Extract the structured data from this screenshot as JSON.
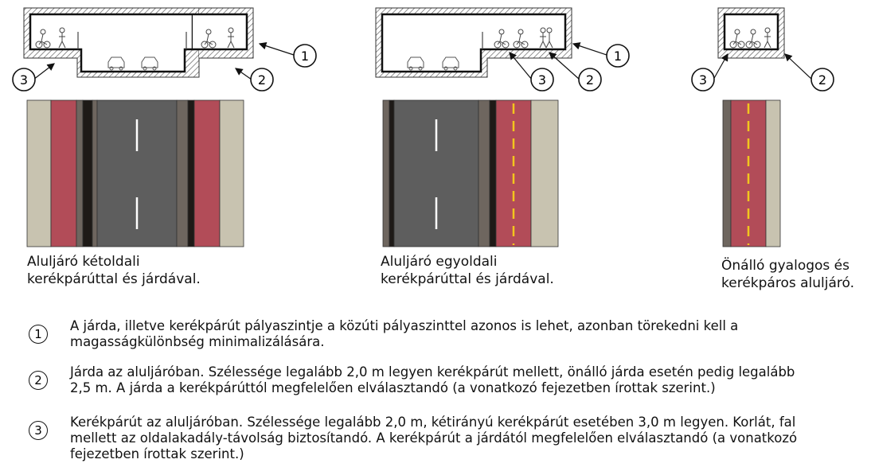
{
  "panels": [
    {
      "caption_line1": "Aluljáró kétoldali",
      "caption_line2": "kerékpárúttal és járdával.",
      "callouts": [
        "1",
        "2",
        "3"
      ]
    },
    {
      "caption_line1": "Aluljáró egyoldali",
      "caption_line2": "kerékpárúttal és járdával.",
      "callouts": [
        "1",
        "2",
        "3"
      ]
    },
    {
      "caption_line1": "Önálló gyalogos és",
      "caption_line2": "kerékpáros aluljáró.",
      "callouts": [
        "2",
        "3"
      ]
    }
  ],
  "legend": [
    {
      "number": "1",
      "line1": "A járda, illetve kerékpárút pályaszintje a közúti pályaszinttel azonos is lehet, azonban törekedni kell a",
      "line2": "magasságkülönbség minimalizálására.",
      "line3": ""
    },
    {
      "number": "2",
      "line1": "Járda az aluljáróban. Szélessége legalább 2,0 m legyen kerékpárút mellett, önálló járda esetén pedig legalább",
      "line2": "2,5 m. A járda a kerékpárúttól megfelelően elválasztandó (a vonatkozó fejezetben írottak szerint.)",
      "line3": ""
    },
    {
      "number": "3",
      "line1": "Kerékpárút az aluljáróban. Szélessége legalább 2,0 m, kétirányú kerékpárút esetében 3,0 m legyen. Korlát, fal",
      "line2": "mellett az oldalakadály-távolság biztosítandó. A kerékpárút a járdától megfelelően elválasztandó (a vonatkozó",
      "line3": "fejezetben írottak szerint.)"
    }
  ],
  "colors": {
    "sidewalk": "#c8c3b0",
    "bike_lane": "#b24c58",
    "roadway": "#5e5e5e",
    "curb": "#6e665f",
    "curb_dark": "#1e1a17",
    "bike_center_line": "#f2c61d",
    "road_marking": "#ffffff"
  }
}
